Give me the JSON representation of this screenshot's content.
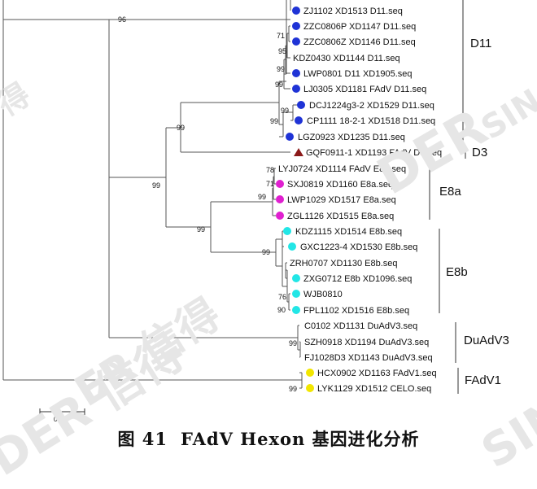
{
  "figure": {
    "caption_prefix": "图 41",
    "caption_title": "FAdV Hexon 基因进化分析",
    "scale_bar_label": "0.05",
    "watermarks": [
      "得",
      "DER 信得",
      "ER 信得",
      "SIN",
      "DER",
      "SIN"
    ]
  },
  "leaves": [
    {
      "id": "l1",
      "label": "ZJ1102 XD1513 D11.seq",
      "marker": "circle",
      "color": "#1f33d6"
    },
    {
      "id": "l2",
      "label": "ZZC0806P XD1147 D11.seq",
      "marker": "circle",
      "color": "#1f33d6"
    },
    {
      "id": "l3",
      "label": "ZZC0806Z XD1146 D11.seq",
      "marker": "circle",
      "color": "#1f33d6"
    },
    {
      "id": "l4",
      "label": "KDZ0430 XD1144 D11.seq",
      "marker": "none",
      "color": ""
    },
    {
      "id": "l5",
      "label": "LWP0801 D11 XD1905.seq",
      "marker": "circle",
      "color": "#1f33d6"
    },
    {
      "id": "l6",
      "label": "LJ0305 XD1181 FAdV D11.seq",
      "marker": "circle",
      "color": "#1f33d6"
    },
    {
      "id": "l7",
      "label": "DCJ1224g3-2 XD1529 D11.seq",
      "marker": "circle",
      "color": "#1f33d6"
    },
    {
      "id": "l8",
      "label": "CP1111 18-2-1 XD1518 D11.seq",
      "marker": "circle",
      "color": "#1f33d6"
    },
    {
      "id": "l9",
      "label": "LGZ0923 XD1235 D11.seq",
      "marker": "circle",
      "color": "#1f33d6"
    },
    {
      "id": "l10",
      "label": "GQF0911-1 XD1193 FAdV D3.seq",
      "marker": "triangle",
      "color": "#8b1a1a"
    },
    {
      "id": "l11",
      "label": "LYJ0724 XD1114 FAdV E8a.seq",
      "marker": "none",
      "color": ""
    },
    {
      "id": "l12",
      "label": "SXJ0819 XD1160 E8a.seq",
      "marker": "circle",
      "color": "#e020d0"
    },
    {
      "id": "l13",
      "label": "LWP1029 XD1517 E8a.seq",
      "marker": "circle",
      "color": "#e020d0"
    },
    {
      "id": "l14",
      "label": "ZGL1126 XD1515 E8a.seq",
      "marker": "circle",
      "color": "#e020d0"
    },
    {
      "id": "l15",
      "label": "KDZ1115 XD1514 E8b.seq",
      "marker": "circle",
      "color": "#22e6e6"
    },
    {
      "id": "l16",
      "label": "GXC1223-4 XD1530 E8b.seq",
      "marker": "circle",
      "color": "#22e6e6"
    },
    {
      "id": "l17",
      "label": "ZRH0707 XD1130 E8b.seq",
      "marker": "none",
      "color": ""
    },
    {
      "id": "l18",
      "label": "ZXG0712 E8b XD1096.seq",
      "marker": "circle",
      "color": "#22e6e6"
    },
    {
      "id": "l19",
      "label": "WJB0810",
      "marker": "circle",
      "color": "#22e6e6"
    },
    {
      "id": "l20",
      "label": "FPL1102 XD1516 E8b.seq",
      "marker": "circle",
      "color": "#22e6e6"
    },
    {
      "id": "l21",
      "label": "C0102 XD1131 DuAdV3.seq",
      "marker": "none",
      "color": ""
    },
    {
      "id": "l22",
      "label": "SZH0918 XD1194 DuAdV3.seq",
      "marker": "none",
      "color": ""
    },
    {
      "id": "l23",
      "label": "FJ1028D3 XD1143 DuAdV3.seq",
      "marker": "none",
      "color": ""
    },
    {
      "id": "l24",
      "label": "HCX0902 XD1163 FAdV1.seq",
      "marker": "circle",
      "color": "#f2e600"
    },
    {
      "id": "l25",
      "label": "LYK1129 XD1512 CELO.seq",
      "marker": "circle",
      "color": "#f2e600"
    }
  ],
  "bootstrap": [
    {
      "id": "b96",
      "value": "96"
    },
    {
      "id": "b71a",
      "value": "71"
    },
    {
      "id": "b95",
      "value": "95"
    },
    {
      "id": "b99a",
      "value": "99"
    },
    {
      "id": "b99b",
      "value": "99"
    },
    {
      "id": "b99c",
      "value": "99"
    },
    {
      "id": "b99d",
      "value": "99"
    },
    {
      "id": "b99e",
      "value": "99"
    },
    {
      "id": "b99f",
      "value": "99"
    },
    {
      "id": "b78",
      "value": "78"
    },
    {
      "id": "b71b",
      "value": "71"
    },
    {
      "id": "b99g",
      "value": "99"
    },
    {
      "id": "b99h",
      "value": "99"
    },
    {
      "id": "b99i",
      "value": "99"
    },
    {
      "id": "b76",
      "value": "76"
    },
    {
      "id": "b90",
      "value": "90"
    },
    {
      "id": "b99j",
      "value": "99"
    },
    {
      "id": "b99k",
      "value": "99"
    }
  ],
  "clades": [
    {
      "id": "c_d11",
      "label": "D11"
    },
    {
      "id": "c_d3",
      "label": "D3"
    },
    {
      "id": "c_e8a",
      "label": "E8a"
    },
    {
      "id": "c_e8b",
      "label": "E8b"
    },
    {
      "id": "c_duadv3",
      "label": "DuAdV3"
    },
    {
      "id": "c_fadv1",
      "label": "FAdV1"
    }
  ]
}
